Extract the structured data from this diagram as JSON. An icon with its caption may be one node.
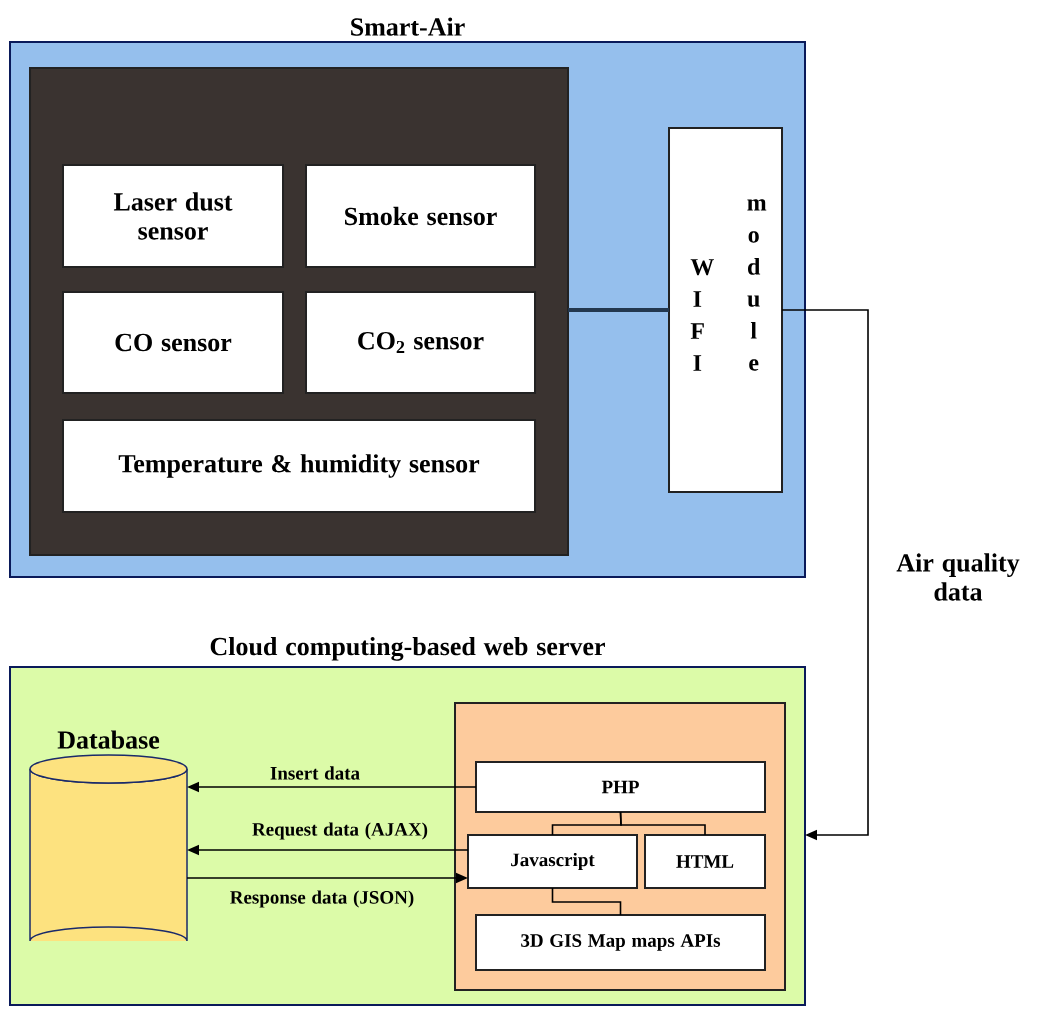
{
  "diagram": {
    "nodes": [
      {
        "text": [
          "Smart-Air"
        ]
      },
      {
        "text": [],
        "shape": "box",
        "in": 0
      },
      {
        "text": [
          "Laser dust sensor"
        ],
        "in": 1
      },
      {
        "text": [
          "Smoke sensor"
        ],
        "in": 1
      },
      {
        "text": [
          "CO sensor"
        ],
        "in": 1
      },
      {
        "text": [
          "CO$_{2}$ sensor"
        ],
        "in": 1
      },
      {
        "text": [
          "Temperature & humidity sensor"
        ],
        "in": 1
      },
      {
        "text": [
          "W I F I",
          "m o d u l e"
        ],
        "in": 0
      },
      {
        "text": [
          "Cloud computing-based web server"
        ]
      },
      {
        "text": [
          "Database"
        ],
        "in": 8
      },
      {
        "text": [],
        "shape": "box",
        "in": 8
      },
      {
        "text": [
          "PHP"
        ],
        "in": 10
      },
      {
        "text": [
          "Javascript"
        ],
        "in": 10
      },
      {
        "text": [
          "HTML"
        ],
        "in": 10
      },
      {
        "text": [
          "3D GIS Map maps APIs"
        ],
        "in": 10
      }
    ],
    "edges": [
      {
        "from": 1,
        "to": 7,
        "arrow": "none",
        "style": "thick",
        "color": "#23384f"
      },
      {
        "from": 7,
        "to": 8,
        "arrow": "to",
        "label": "Air quality data"
      },
      {
        "from": 11,
        "to": 9,
        "arrow": "to",
        "label": "Insert data"
      },
      {
        "from": 12,
        "to": 9,
        "arrow": "to",
        "label": "Request data (AJAX)"
      },
      {
        "from": 9,
        "to": 12,
        "arrow": "to",
        "label": "Response data (JSON)"
      },
      {
        "from": 11,
        "to": 12,
        "arrow": "none"
      },
      {
        "from": 11,
        "to": 13,
        "arrow": "none"
      },
      {
        "from": 12,
        "to": 14,
        "arrow": "none"
      }
    ]
  }
}
